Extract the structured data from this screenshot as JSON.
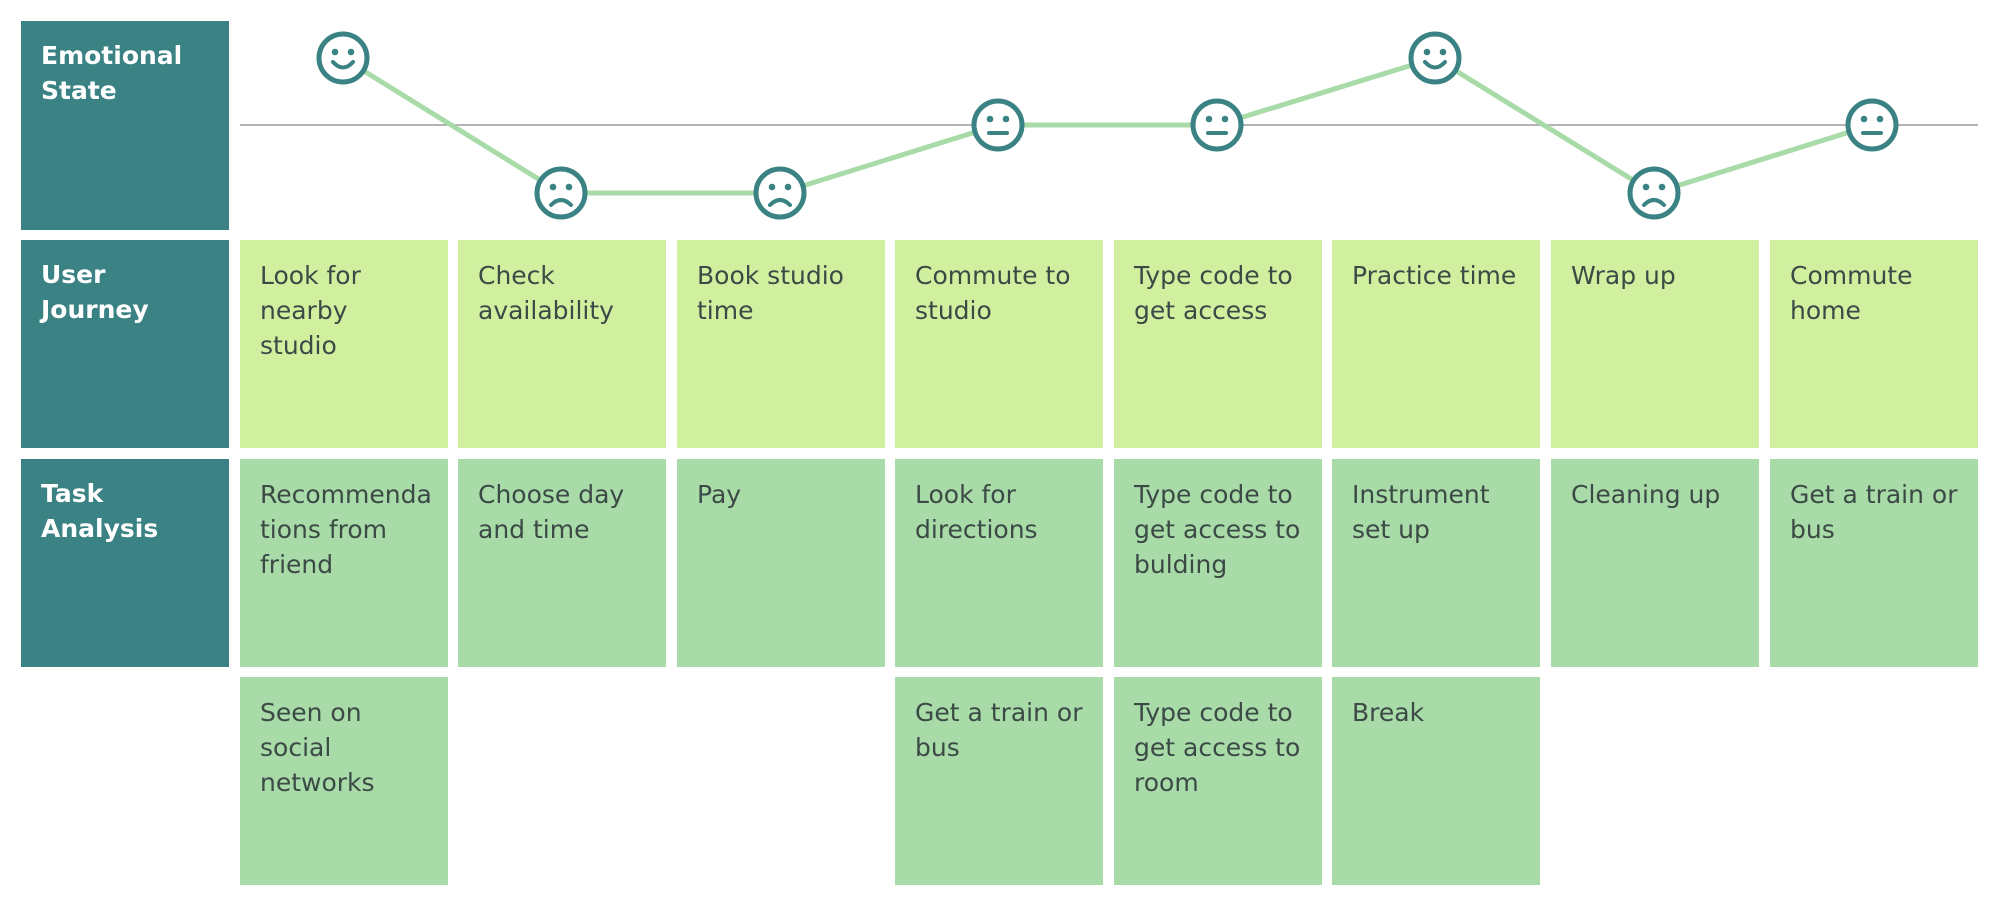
{
  "rows": {
    "emotional_state": "Emotional State",
    "user_journey": "User Journey",
    "task_analysis": "Task Analysis"
  },
  "stages": [
    {
      "emotion": "happy",
      "journey": "Look for nearby studio",
      "tasks": [
        "Recommenda tions from friend",
        "Seen on social networks"
      ]
    },
    {
      "emotion": "sad",
      "journey": "Check availability",
      "tasks": [
        "Choose day and time"
      ]
    },
    {
      "emotion": "sad",
      "journey": "Book studio time",
      "tasks": [
        "Pay"
      ]
    },
    {
      "emotion": "neutral",
      "journey": "Commute to studio",
      "tasks": [
        "Look for directions",
        "Get a train or bus"
      ]
    },
    {
      "emotion": "neutral",
      "journey": "Type code to get access",
      "tasks": [
        "Type code to get access to bulding",
        "Type code to get access to room"
      ]
    },
    {
      "emotion": "happy",
      "journey": "Practice time",
      "tasks": [
        "Instrument set up",
        "Break"
      ]
    },
    {
      "emotion": "sad",
      "journey": "Wrap up",
      "tasks": [
        "Cleaning up"
      ]
    },
    {
      "emotion": "neutral",
      "journey": "Commute home",
      "tasks": [
        "Get a train or bus"
      ]
    }
  ],
  "colors": {
    "label_bg": "#3a8283",
    "journey_card": "#d0f0a0",
    "task_card": "#a8dba8",
    "face_stroke": "#3a8283",
    "emotion_line": "#a8dba8",
    "baseline": "#9a9a9a"
  }
}
